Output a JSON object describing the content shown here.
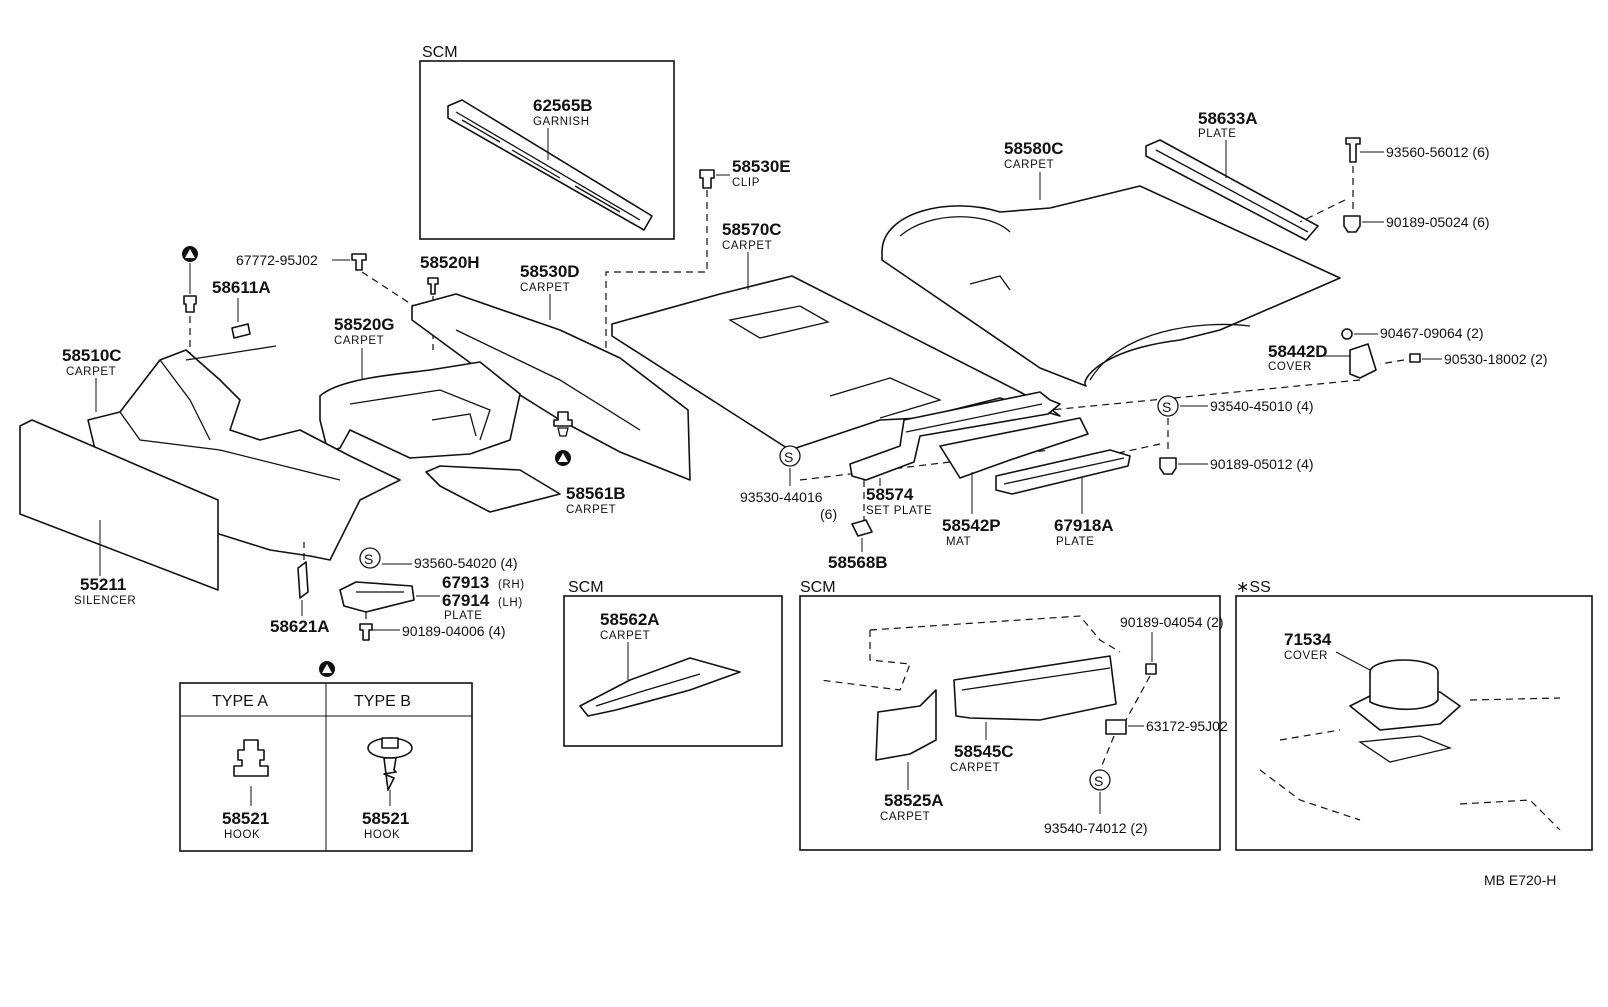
{
  "diagram_code": "MB  E720-H",
  "boxes": {
    "scm_top": "SCM",
    "scm_mid": "SCM",
    "scm_right": "SCM",
    "ss": "∗SS"
  },
  "symbols": {
    "s_letter": "S"
  },
  "parts": [
    {
      "num": "62565B",
      "desc": "GARNISH"
    },
    {
      "num": "58530E",
      "desc": "CLIP"
    },
    {
      "num": "58570C",
      "desc": "CARPET"
    },
    {
      "num": "58580C",
      "desc": "CARPET"
    },
    {
      "num": "58633A",
      "desc": "PLATE"
    },
    {
      "num": "93560-56012 (6)",
      "desc": ""
    },
    {
      "num": "90189-05024 (6)",
      "desc": ""
    },
    {
      "num": "67772-95J02",
      "desc": ""
    },
    {
      "num": "58520H",
      "desc": ""
    },
    {
      "num": "58530D",
      "desc": "CARPET"
    },
    {
      "num": "58611A",
      "desc": ""
    },
    {
      "num": "58520G",
      "desc": "CARPET"
    },
    {
      "num": "58510C",
      "desc": "CARPET"
    },
    {
      "num": "90467-09064 (2)",
      "desc": ""
    },
    {
      "num": "58442D",
      "desc": "COVER"
    },
    {
      "num": "90530-18002 (2)",
      "desc": ""
    },
    {
      "num": "93540-45010 (4)",
      "desc": ""
    },
    {
      "num": "90189-05012 (4)",
      "desc": ""
    },
    {
      "num": "58561B",
      "desc": "CARPET"
    },
    {
      "num": "93530-44016",
      "desc": "(6)"
    },
    {
      "num": "58574",
      "desc": "SET PLATE"
    },
    {
      "num": "58542P",
      "desc": "MAT"
    },
    {
      "num": "67918A",
      "desc": "PLATE"
    },
    {
      "num": "58568B",
      "desc": ""
    },
    {
      "num": "55211",
      "desc": "SILENCER"
    },
    {
      "num": "93560-54020 (4)",
      "desc": ""
    },
    {
      "num": "67913",
      "desc": "(RH)"
    },
    {
      "num": "67914",
      "desc": "(LH)"
    },
    {
      "num": "PLATE",
      "desc": ""
    },
    {
      "num": "58621A",
      "desc": ""
    },
    {
      "num": "90189-04006 (4)",
      "desc": ""
    },
    {
      "num": "58562A",
      "desc": "CARPET"
    },
    {
      "num": "90189-04054 (2)",
      "desc": ""
    },
    {
      "num": "58545C",
      "desc": "CARPET"
    },
    {
      "num": "63172-95J02",
      "desc": ""
    },
    {
      "num": "58525A",
      "desc": "CARPET"
    },
    {
      "num": "93540-74012 (2)",
      "desc": ""
    },
    {
      "num": "71534",
      "desc": "COVER"
    }
  ],
  "type_table": {
    "type_a": "TYPE  A",
    "type_b": "TYPE  B",
    "a_num": "58521",
    "a_desc": "HOOK",
    "b_num": "58521",
    "b_desc": "HOOK"
  }
}
